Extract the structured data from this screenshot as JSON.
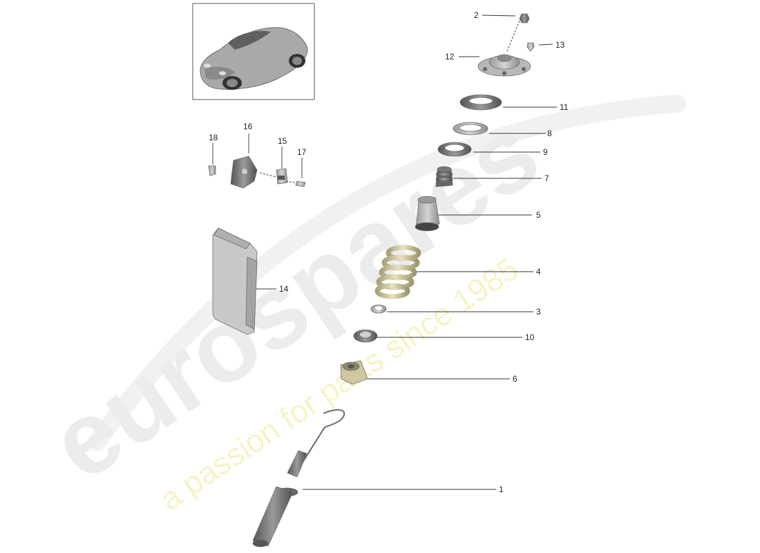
{
  "watermark": {
    "brand": "eurospares",
    "tagline": "a passion for parts since 1985"
  },
  "callouts": [
    {
      "id": "c1",
      "label": "1"
    },
    {
      "id": "c2",
      "label": "2"
    },
    {
      "id": "c3",
      "label": "3"
    },
    {
      "id": "c4",
      "label": "4"
    },
    {
      "id": "c5",
      "label": "5"
    },
    {
      "id": "c6",
      "label": "6"
    },
    {
      "id": "c7",
      "label": "7"
    },
    {
      "id": "c8",
      "label": "8"
    },
    {
      "id": "c9",
      "label": "9"
    },
    {
      "id": "c10",
      "label": "10"
    },
    {
      "id": "c11",
      "label": "11"
    },
    {
      "id": "c12",
      "label": "12"
    },
    {
      "id": "c13",
      "label": "13"
    },
    {
      "id": "c14",
      "label": "14"
    },
    {
      "id": "c15",
      "label": "15"
    },
    {
      "id": "c16",
      "label": "16"
    },
    {
      "id": "c17",
      "label": "17"
    },
    {
      "id": "c18",
      "label": "18"
    }
  ],
  "colors": {
    "part_fill": "#c9c9c9",
    "part_dark": "#8a8a8a",
    "spring": "#d8d2a8",
    "line": "#333333",
    "watermark_grey": "#ececec",
    "watermark_yellow": "#f6f4c8"
  }
}
